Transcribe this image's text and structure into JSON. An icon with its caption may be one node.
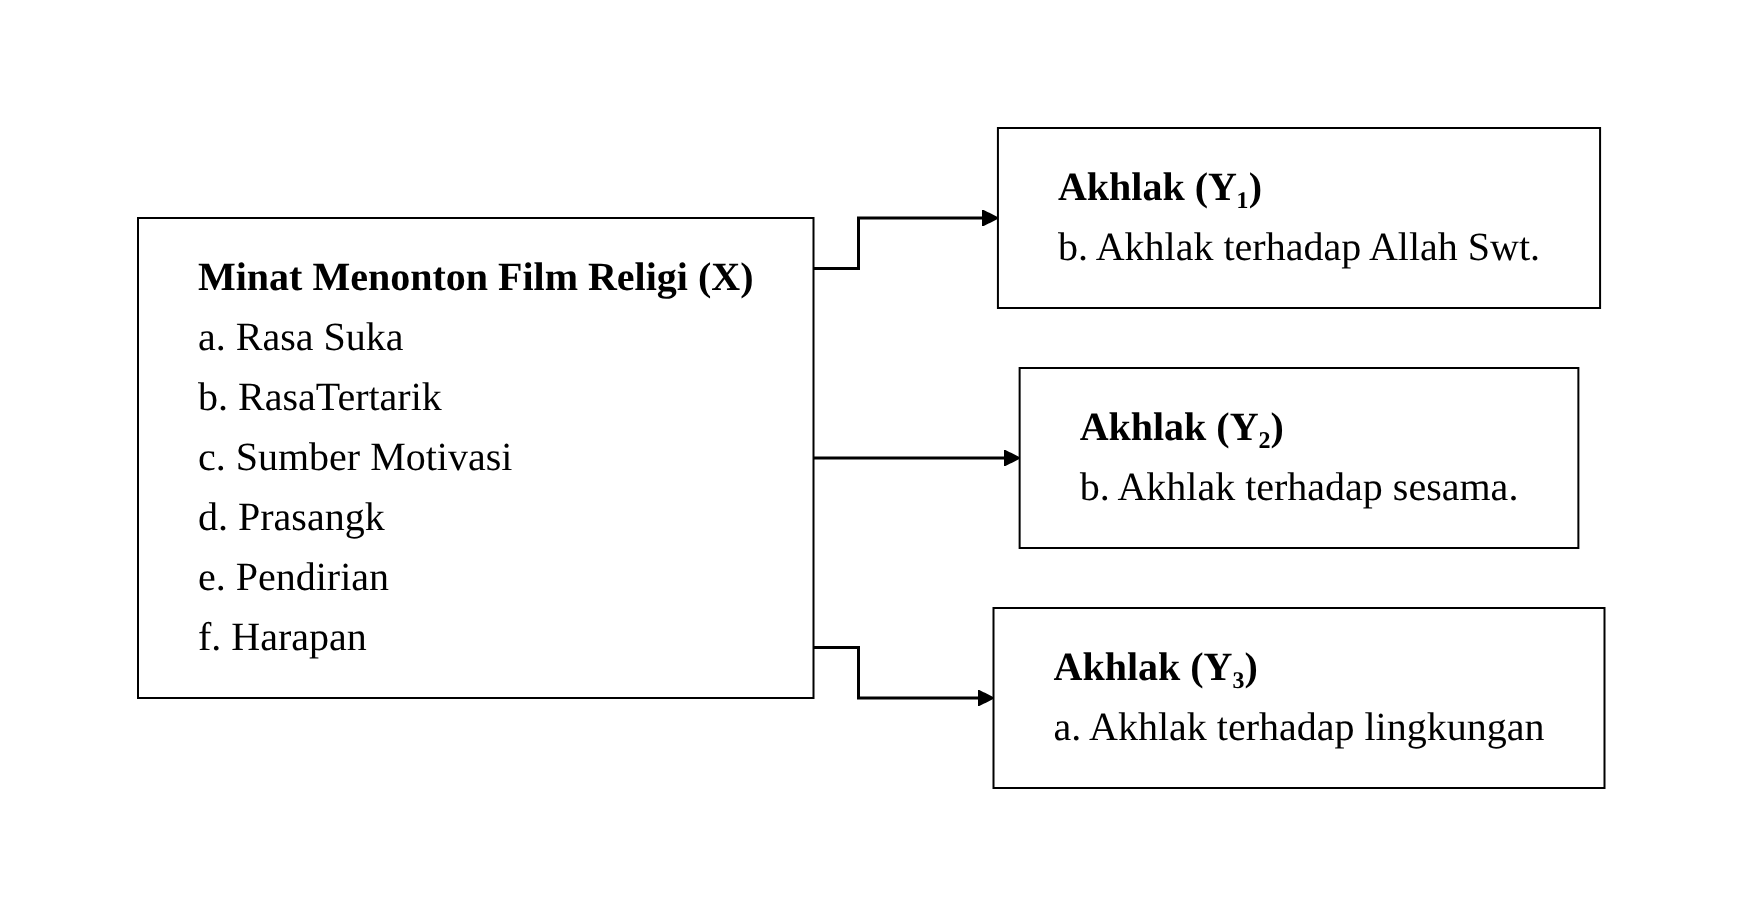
{
  "diagram": {
    "nodes": [
      {
        "text": [
          "Minat Menonton Film Religi (X)",
          "a. Rasa Suka",
          "b. RasaTertarik",
          "c. Sumber Motivasi",
          "d. Prasangk",
          "e. Pendirian",
          "f. Harapan"
        ]
      },
      {
        "text": [
          "Akhlak (Y₁)",
          "b. Akhlak terhadap Allah Swt."
        ]
      },
      {
        "text": [
          "Akhlak (Y₂)",
          "b. Akhlak terhadap sesama."
        ]
      },
      {
        "text": [
          "Akhlak (Y₃)",
          "a. Akhlak terhadap lingkungan"
        ]
      }
    ],
    "edges": [
      {
        "from": 0,
        "to": 1,
        "arrow": "to"
      },
      {
        "from": 0,
        "to": 2,
        "arrow": "to"
      },
      {
        "from": 0,
        "to": 3,
        "arrow": "to"
      }
    ]
  }
}
